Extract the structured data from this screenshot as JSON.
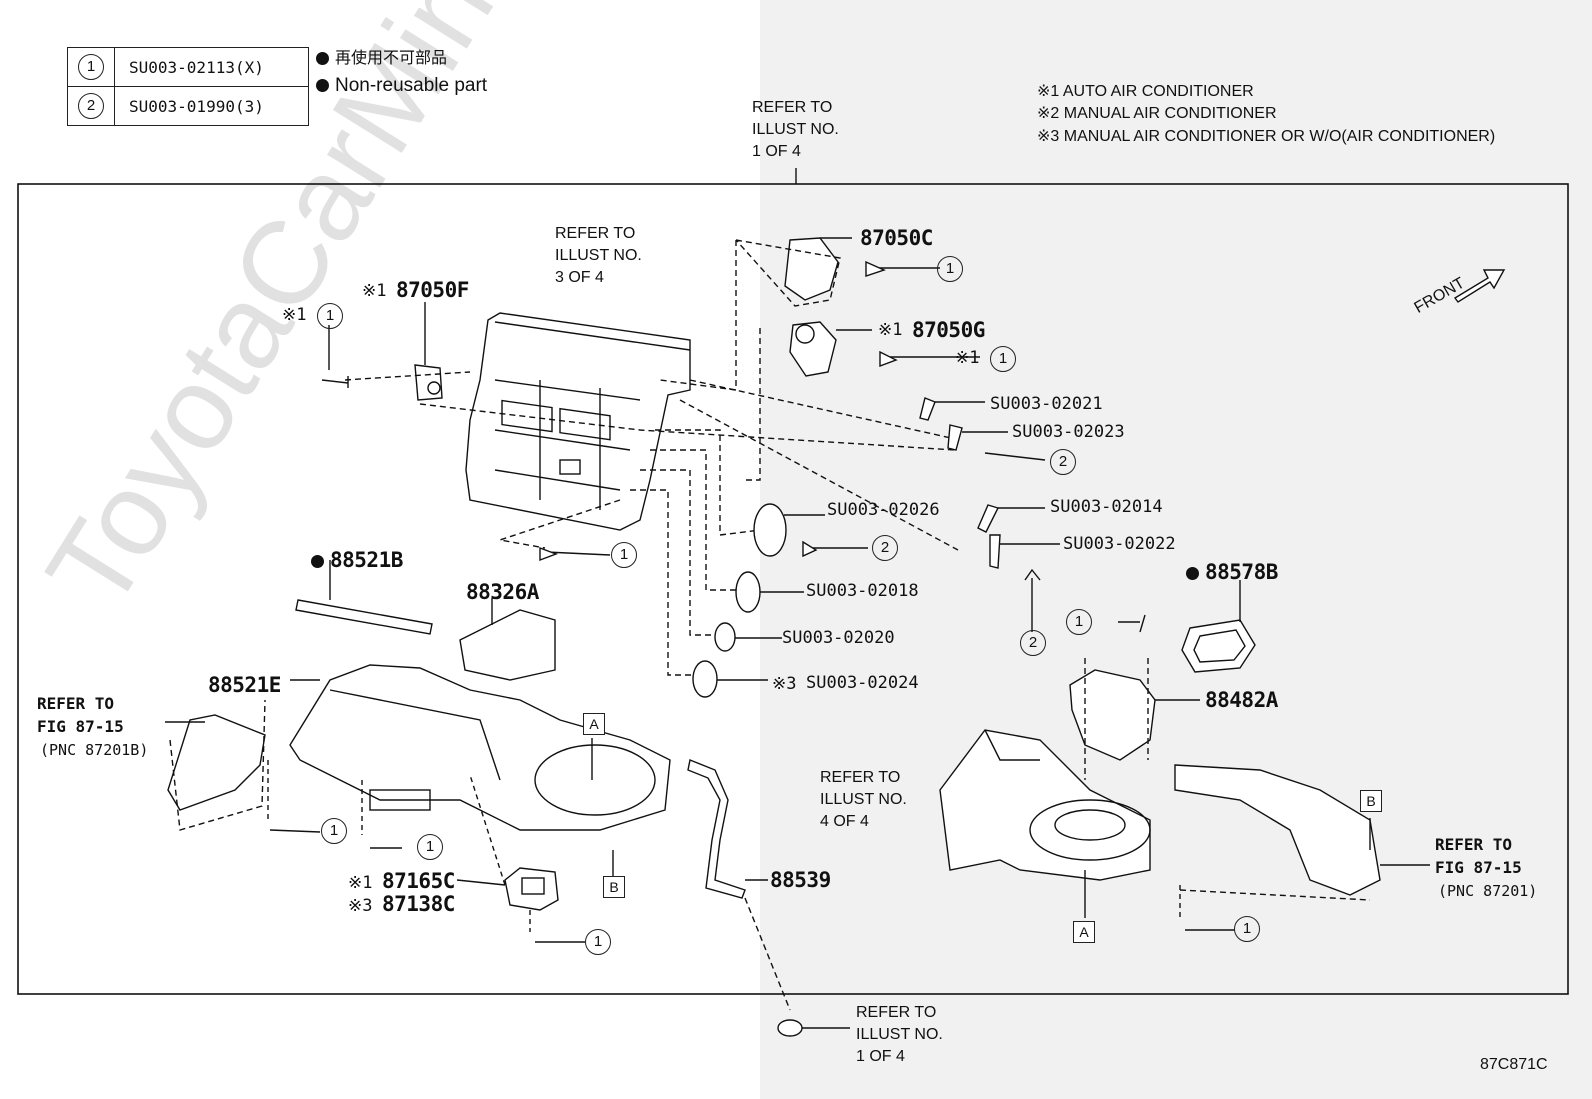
{
  "legend": {
    "rows": [
      {
        "num": "1",
        "code": "SU003-02113(X)"
      },
      {
        "num": "2",
        "code": "SU003-01990(3)"
      }
    ],
    "non_reusable_jp": "再使用不可部品",
    "non_reusable_en": "Non-reusable part"
  },
  "notes": [
    "※1  AUTO AIR CONDITIONER",
    "※2  MANUAL AIR CONDITIONER",
    "※3  MANUAL AIR CONDITIONER OR W/O(AIR CONDITIONER)"
  ],
  "refs": {
    "top": "REFER TO\nILLUST NO.\n1 OF 4",
    "upper_mid": "REFER TO\nILLUST NO.\n3 OF 4",
    "right_mid": "REFER TO\nILLUST NO.\n4 OF 4",
    "bottom": "REFER TO\nILLUST NO.\n1 OF 4",
    "fig_left_1": "REFER TO",
    "fig_left_2": "FIG 87-15",
    "fig_left_3": "(PNC 87201B)",
    "fig_right_1": "REFER TO",
    "fig_right_2": "FIG 87-15",
    "fig_right_3": "(PNC 87201)"
  },
  "parts": {
    "p87050C": "87050C",
    "p87050F": "87050F",
    "p87050F_mark": "※1",
    "p87050G": "87050G",
    "p87050G_mark": "※1",
    "su02021": "SU003-02021",
    "su02023": "SU003-02023",
    "su02026": "SU003-02026",
    "su02014": "SU003-02014",
    "su02022": "SU003-02022",
    "su02018": "SU003-02018",
    "su02020": "SU003-02020",
    "su02024": "SU003-02024",
    "su02024_mark": "※3",
    "p88521B": "88521B",
    "p88326A": "88326A",
    "p88578B": "88578B",
    "p88482A": "88482A",
    "p88521E": "88521E",
    "p87165C": "87165C",
    "p87165C_mark": "※1",
    "p87138C": "87138C",
    "p87138C_mark": "※3",
    "p88539": "88539"
  },
  "callouts": {
    "one": "1",
    "two": "2",
    "mark1": "※1"
  },
  "box_labels": {
    "a": "A",
    "b": "B"
  },
  "front_label": "FRONT",
  "figure_code": "87C871C",
  "watermark": "ToyotaCarMine.ru"
}
